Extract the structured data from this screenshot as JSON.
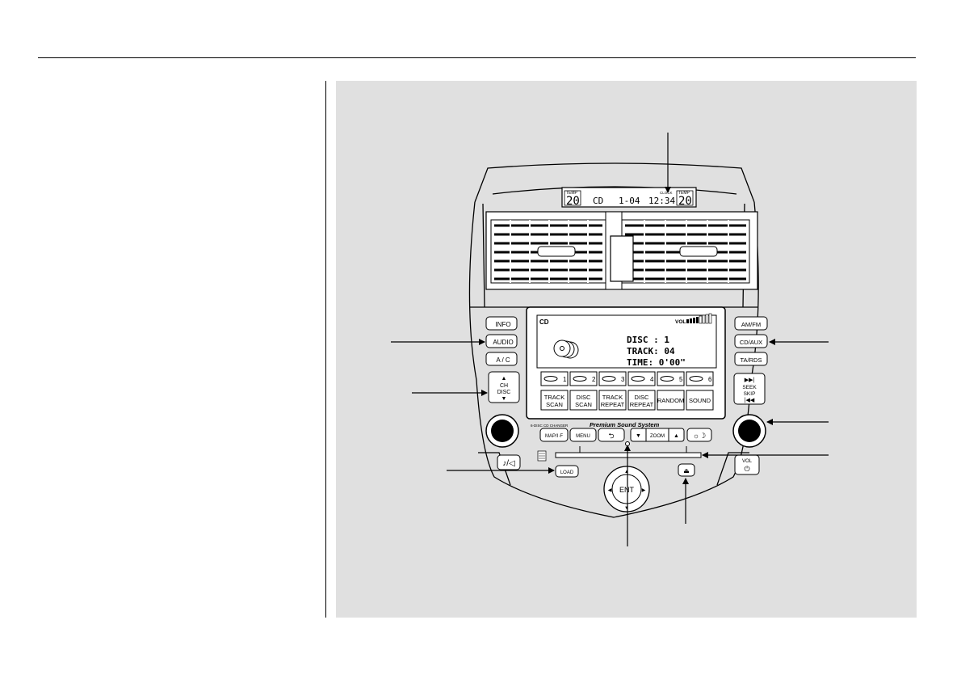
{
  "climate_display": {
    "temp_label": "TEMP",
    "temp_left": "20",
    "source": "CD",
    "disc_track": "1-04",
    "clock_label": "CLOCK",
    "clock": "12:34",
    "temp_right": "20"
  },
  "left_buttons": {
    "info": "INFO",
    "audio": "AUDIO",
    "ac": "A / C",
    "ch_disc_line1": "CH",
    "ch_disc_line2": "DISC"
  },
  "right_buttons": {
    "amfm": "AM/FM",
    "cdaux": "CD/AUX",
    "tards": "TA/RDS",
    "seek_line1": "SEEK",
    "seek_line2": "SKIP",
    "vol": "VOL"
  },
  "screen": {
    "mode": "CD",
    "vol_label": "VOL",
    "disc_line": "DISC  :   1",
    "track_line": "TRACK:  04",
    "time_line": "TIME: 0'00\""
  },
  "presets": [
    "1",
    "2",
    "3",
    "4",
    "5",
    "6"
  ],
  "function_buttons": [
    {
      "l1": "TRACK",
      "l2": "SCAN"
    },
    {
      "l1": "DISC",
      "l2": "SCAN"
    },
    {
      "l1": "TRACK",
      "l2": "REPEAT"
    },
    {
      "l1": "DISC",
      "l2": "REPEAT"
    },
    {
      "l1": "RANDOM",
      "l2": ""
    },
    {
      "l1": "SOUND",
      "l2": ""
    }
  ],
  "lower_row": {
    "changer": "6-DISC CD CHANGER",
    "brand": "Premium Sound System",
    "mapif": "MAP/I·F",
    "menu": "MENU",
    "zoom": "ZOOM",
    "load": "LOAD",
    "enter": "ENT"
  }
}
